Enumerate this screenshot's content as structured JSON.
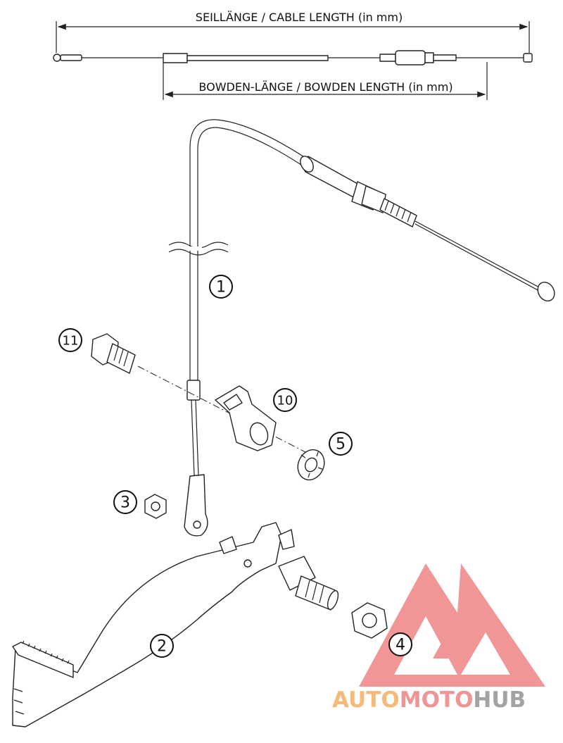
{
  "dimensions": {
    "cable_length_label": "SEILLÄNGE / CABLE LENGTH (in mm)",
    "bowden_length_label": "BOWDEN-LÄNGE / BOWDEN LENGTH (in mm)"
  },
  "callouts": [
    "1",
    "11",
    "10",
    "5",
    "3",
    "2",
    "4"
  ],
  "watermark": {
    "part1": "AUTO",
    "part2": "MOTO",
    "part3": "HUB",
    "color_auto": "#f5b36a",
    "color_moto": "#ee8a8a",
    "color_hub": "#9a9a9a",
    "logo_color": "#ee7f7f"
  }
}
